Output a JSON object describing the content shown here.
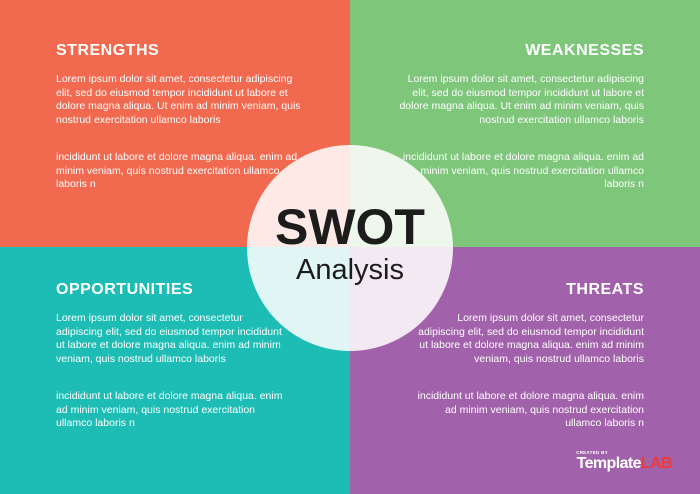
{
  "colors": {
    "strengths": "#f1694f",
    "weaknesses": "#7dc67a",
    "opportunities": "#1dbdb5",
    "threats": "#a262ab",
    "center_circle": "#ffffff",
    "title_text": "#1c1c1c",
    "brand_accent": "#ea3a3a"
  },
  "strengths": {
    "title": "STRENGTHS",
    "paragraph1": "Lorem ipsum dolor sit amet, consectetur adipiscing elit, sed do eiusmod tempor incididunt ut labore et dolore magna aliqua. Ut enim ad minim veniam, quis nostrud exercitation ullamco laboris",
    "paragraph2": "incididunt ut labore et dolore magna aliqua. enim ad minim veniam, quis nostrud exercitation ullamco laboris n"
  },
  "weaknesses": {
    "title": "WEAKNESSES",
    "paragraph1": "Lorem ipsum dolor sit amet, consectetur adipiscing elit, sed do eiusmod tempor incididunt ut labore et dolore magna aliqua. Ut enim ad minim veniam, quis nostrud exercitation ullamco laboris",
    "paragraph2": "incididunt ut labore et dolore magna aliqua. enim ad minim veniam, quis nostrud exercitation ullamco laboris n"
  },
  "opportunities": {
    "title": "OPPORTUNITIES",
    "paragraph1": "Lorem ipsum dolor sit amet, consectetur adipiscing elit, sed do eiusmod tempor incididunt ut labore et dolore magna aliqua. enim ad minim veniam, quis nostrud ullamco laboris",
    "paragraph2": "incididunt ut labore et dolore magna aliqua. enim ad minim veniam, quis nostrud exercitation ullamco laboris n"
  },
  "threats": {
    "title": "THREATS",
    "paragraph1": "Lorem ipsum dolor sit amet, consectetur adipiscing elit, sed do eiusmod tempor incididunt ut labore et dolore magna aliqua. enim ad minim veniam, quis nostrud ullamco laboris",
    "paragraph2": "incididunt ut labore et dolore magna aliqua. enim ad minim veniam, quis nostrud exercitation ullamco laboris n"
  },
  "center": {
    "title": "SWOT",
    "subtitle": "Analysis"
  },
  "brand": {
    "small_text": "CREATED BY",
    "name_part1": "Template",
    "name_part2": "LAB"
  }
}
